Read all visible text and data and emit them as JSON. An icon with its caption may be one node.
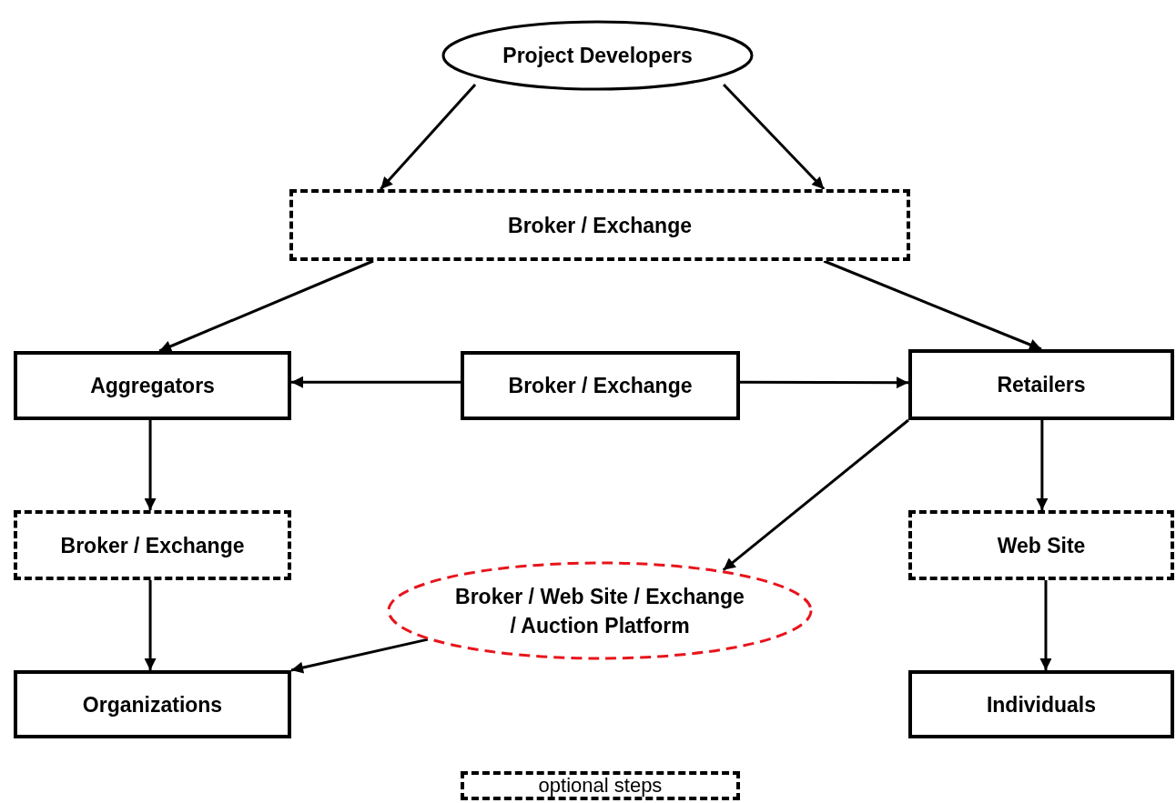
{
  "diagram": {
    "nodes": [
      {
        "text": [
          "Project Developers"
        ]
      },
      {
        "text": [
          "Broker / Exchange"
        ]
      },
      {
        "text": [
          "Aggregators"
        ]
      },
      {
        "text": [
          "Broker / Exchange"
        ]
      },
      {
        "text": [
          "Retailers"
        ]
      },
      {
        "text": [
          "Broker / Exchange"
        ]
      },
      {
        "text": [
          "Broker / Web Site / Exchange / Auction Platform"
        ]
      },
      {
        "text": [
          "Web Site"
        ]
      },
      {
        "text": [
          "Organizations"
        ]
      },
      {
        "text": [
          "Individuals"
        ]
      }
    ],
    "edges": [
      {
        "from": 0,
        "to": 1,
        "arrow": "to"
      },
      {
        "from": 0,
        "to": 1,
        "arrow": "to"
      },
      {
        "from": 1,
        "to": 2,
        "arrow": "to"
      },
      {
        "from": 1,
        "to": 4,
        "arrow": "to"
      },
      {
        "from": 3,
        "to": 2,
        "arrow": "to"
      },
      {
        "from": 3,
        "to": 4,
        "arrow": "to"
      },
      {
        "from": 2,
        "to": 5,
        "arrow": "to"
      },
      {
        "from": 5,
        "to": 8,
        "arrow": "to"
      },
      {
        "from": 4,
        "to": 6,
        "arrow": "to"
      },
      {
        "from": 6,
        "to": 8,
        "arrow": "to"
      },
      {
        "from": 4,
        "to": 7,
        "arrow": "to"
      },
      {
        "from": 7,
        "to": 9,
        "arrow": "to"
      }
    ],
    "legend": [
      {
        "text": "optional steps"
      }
    ]
  }
}
